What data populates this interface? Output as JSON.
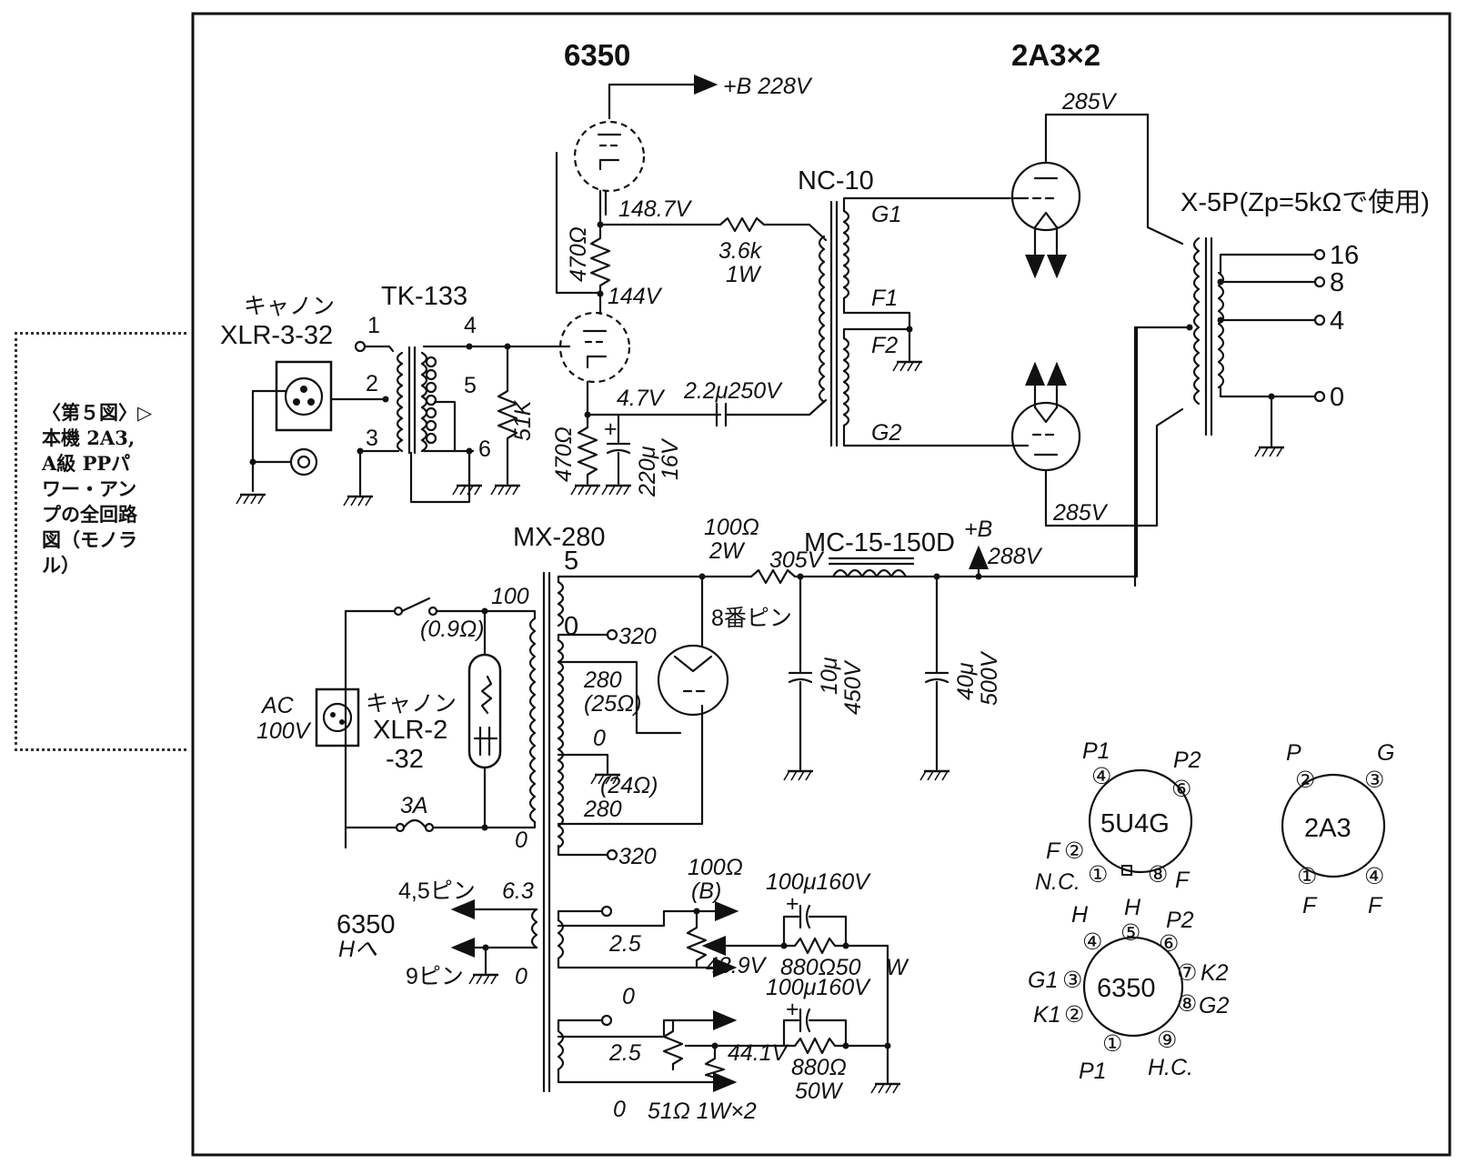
{
  "figure_caption": [
    "〈第５図〉▷",
    "本機 2A3,",
    "A級 PPパ",
    "ワー・アン",
    "プの全回路",
    "図（モノラ",
    "ル）"
  ],
  "tubes": {
    "driver": "6350",
    "output": "2A3×2",
    "rectifier_pin": "8番ピン"
  },
  "input": {
    "connector_name": "キャノン",
    "connector_model": "XLR-3-32",
    "transformer": "TK-133",
    "pins": [
      "1",
      "2",
      "3",
      "4",
      "5",
      "6"
    ],
    "grid_resistor": "51K"
  },
  "driver_stage": {
    "b_plus": "+B 228V",
    "cathode_voltage_upper": "148.7V",
    "resistor_upper": "470Ω",
    "plate_voltage_lower": "144V",
    "coupling_resistor": "3.6k",
    "coupling_resistor_watt": "1W",
    "cathode_voltage_lower": "4.7V",
    "coupling_cap": "2.2μ250V",
    "cathode_resistor": "470Ω",
    "cathode_cap": "220μ",
    "cathode_cap_voltage": "16V"
  },
  "interstage": {
    "transformer": "NC-10",
    "taps": [
      "G1",
      "F1",
      "F2",
      "G2"
    ]
  },
  "output_stage": {
    "plate_voltage_top": "285V",
    "plate_voltage_bottom": "285V",
    "output_transformer": "X-5P(Zp=5kΩで使用)",
    "taps": [
      "16",
      "8",
      "4",
      "0"
    ]
  },
  "power_supply": {
    "power_transformer": "MX-280",
    "primary_taps": [
      "100",
      "0"
    ],
    "switch_resistance": "(0.9Ω)",
    "ac_label": "AC",
    "ac_voltage": "100V",
    "ac_connector_name": "キャノン",
    "ac_connector_model_1": "XLR-2",
    "ac_connector_model_2": "-32",
    "fuse": "3A",
    "sec_taps": [
      "5",
      "0",
      "320",
      "280",
      "(25Ω)",
      "0",
      "(24Ω)",
      "280",
      "320"
    ],
    "surge_resistor": "100Ω",
    "surge_resistor_watt": "2W",
    "voltage_in": "305V",
    "choke": "MC-15-150D",
    "b_plus": "+B",
    "b_plus_voltage": "288V",
    "cap1": "10μ",
    "cap1_v": "450V",
    "cap2": "40μ",
    "cap2_v": "500V"
  },
  "heater": {
    "label_45": "4,5ピン",
    "voltage": "6.3",
    "tube": "6350",
    "tube_h": "Hへ",
    "label_9": "9ピン",
    "zero": "0"
  },
  "bias": {
    "winding_v1": "2.5",
    "zero1": "0",
    "winding_v2": "2.5",
    "zero2": "0",
    "pot": "100Ω",
    "pot_label": "(B)",
    "voltage1": "43.9V",
    "cap1": "100μ160V",
    "res1": "880Ω50",
    "res1_w": "W",
    "cap2": "100μ160V",
    "voltage2": "44.1V",
    "res2": "880Ω",
    "res2_w": "50W",
    "resistor_bottom": "51Ω 1W×2",
    "plus": "+"
  },
  "pinouts": {
    "u5u4g": {
      "name": "5U4G",
      "labels": [
        "P1",
        "P2",
        "F",
        "N.C.",
        "F"
      ],
      "pins": [
        "④",
        "⑥",
        "②",
        "①",
        "⑧"
      ]
    },
    "a2a3": {
      "name": "2A3",
      "labels": [
        "P",
        "G",
        "F",
        "F"
      ],
      "pins": [
        "②",
        "③",
        "①",
        "④"
      ]
    },
    "t6350": {
      "name": "6350",
      "labels": [
        "H",
        "H",
        "P2",
        "G1",
        "K2",
        "K1",
        "G2",
        "P1",
        "H.C."
      ],
      "pins": [
        "④",
        "⑤",
        "⑥",
        "③",
        "⑦",
        "②",
        "⑧",
        "①",
        "⑨"
      ]
    }
  }
}
